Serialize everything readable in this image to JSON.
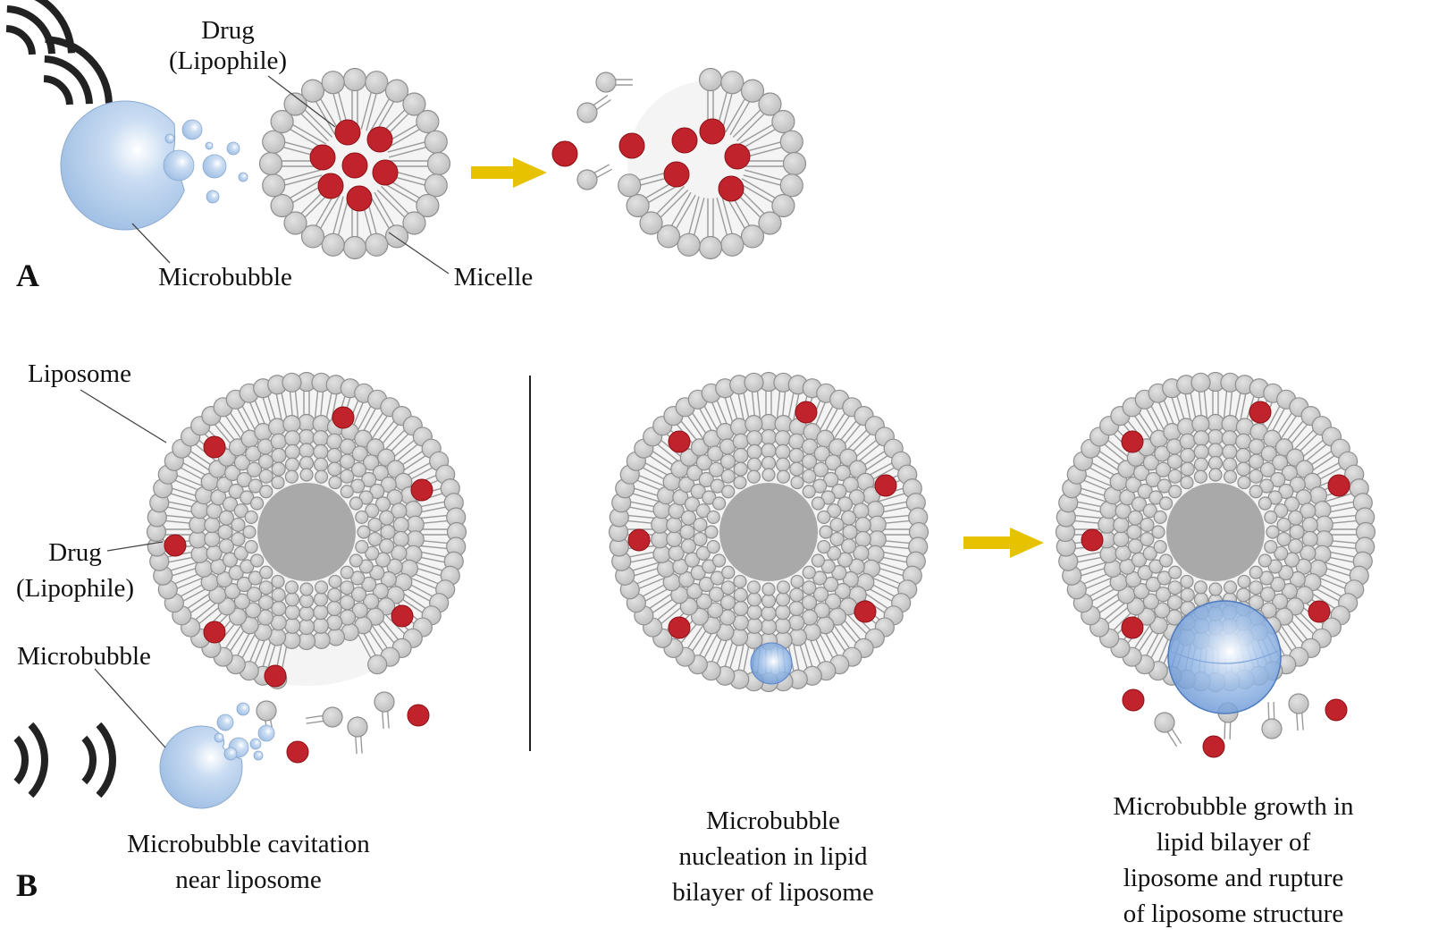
{
  "panels": {
    "a": "A",
    "b": "B"
  },
  "labels": {
    "a_drug_line1": "Drug",
    "a_drug_line2": "(Lipophile)",
    "a_microbubble": "Microbubble",
    "a_micelle": "Micelle",
    "b_liposome": "Liposome",
    "b_drug_line1": "Drug",
    "b_drug_line2": "(Lipophile)",
    "b_microbubble": "Microbubble"
  },
  "captions": {
    "cavitation": [
      "Microbubble cavitation",
      "near liposome"
    ],
    "nucleation": [
      "Microbubble",
      "nucleation in lipid",
      "bilayer of liposome"
    ],
    "growth": [
      "Microbubble growth in",
      "lipid bilayer of",
      "liposome and rupture",
      "of liposome structure"
    ]
  },
  "colors": {
    "lipid_head": "#cfcfcf",
    "lipid_outline": "#8f8f8f",
    "drug": "#c0232b",
    "bubble": "#aecbea",
    "arrow": "#e6c200",
    "core": "#a9a9a9",
    "sound_wave": "#222222"
  }
}
